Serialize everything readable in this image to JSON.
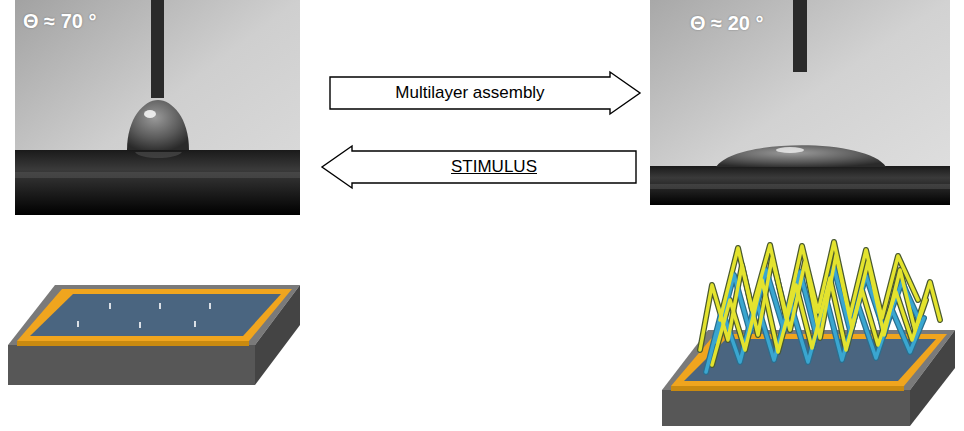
{
  "diagram": {
    "nodes": [
      {
        "text": [
          "Θ ≈ 70 °"
        ]
      },
      {
        "text": [
          "Θ ≈ 20 °"
        ]
      }
    ],
    "edges": [
      {
        "from": 0,
        "to": 1,
        "arrow": "to",
        "label": "Multilayer assembly"
      },
      {
        "from": 1,
        "to": 0,
        "arrow": "to",
        "label": "STIMULUS"
      }
    ]
  }
}
